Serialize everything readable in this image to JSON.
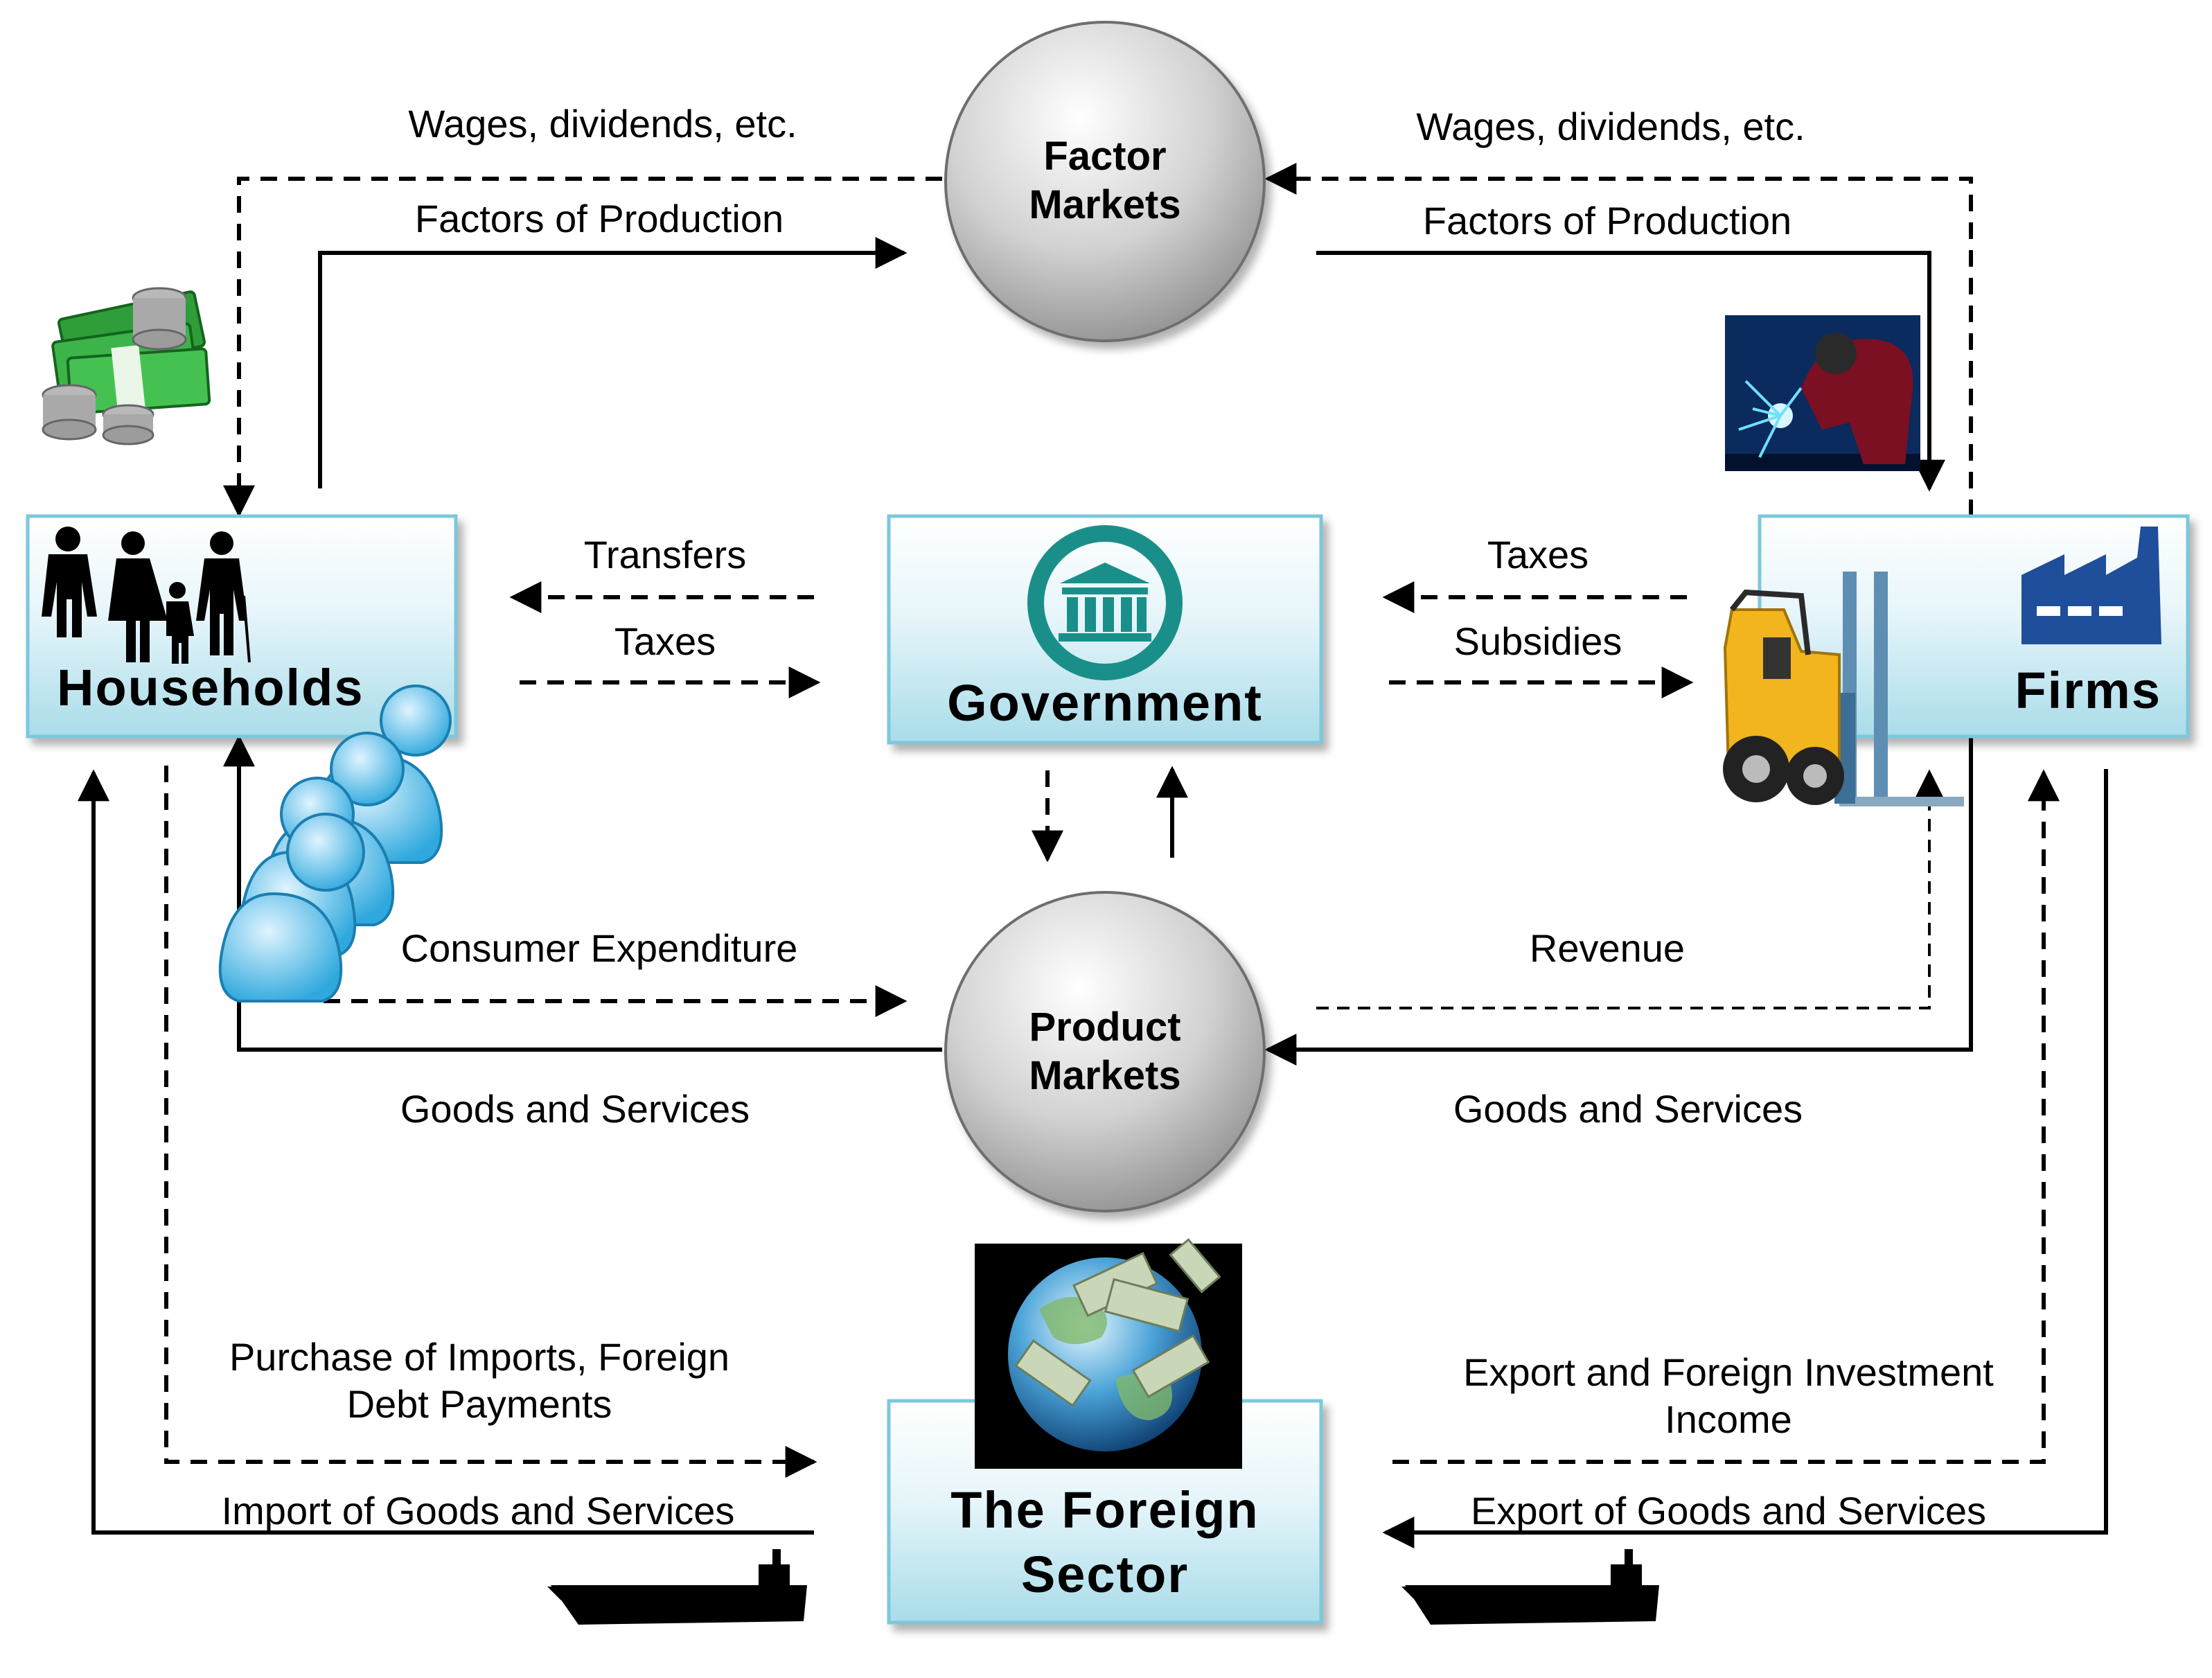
{
  "nodes": {
    "households": "Households",
    "government": "Government",
    "firms": "Firms",
    "foreign_sector": [
      "The Foreign",
      "Sector"
    ],
    "factor_markets": [
      "Factor",
      "Markets"
    ],
    "product_markets": [
      "Product",
      "Markets"
    ]
  },
  "flows": {
    "wages_left": "Wages, dividends, etc.",
    "wages_right": "Wages, dividends, etc.",
    "factors_left": "Factors of Production",
    "factors_right": "Factors of Production",
    "transfers": "Transfers",
    "taxes_households": "Taxes",
    "taxes_firms": "Taxes",
    "subsidies": "Subsidies",
    "consumer_expenditure": "Consumer Expenditure",
    "revenue": "Revenue",
    "goods_left": "Goods and Services",
    "goods_right": "Goods and Services",
    "purchase_imports": [
      "Purchase of Imports, Foreign",
      "Debt Payments"
    ],
    "import_goods": "Import of Goods and Services",
    "export_income": [
      "Export and Foreign Investment",
      "Income"
    ],
    "export_goods": "Export of Goods and Services"
  },
  "icons": [
    "money-stack-icon",
    "family-icon",
    "people-group-icon",
    "government-building-icon",
    "welder-icon",
    "factory-icon",
    "forklift-icon",
    "globe-money-icon",
    "cargo-ship-icon"
  ],
  "colors": {
    "box_top": "#ffffff",
    "box_bottom": "#a9dce9",
    "box_border": "#7cc8dc",
    "sphere_light": "#ffffff",
    "sphere_dark": "#8f8f8f",
    "gov_teal": "#1a8f8a",
    "people_blue": "#3fb2e2",
    "factory_blue": "#1f4e9a"
  }
}
